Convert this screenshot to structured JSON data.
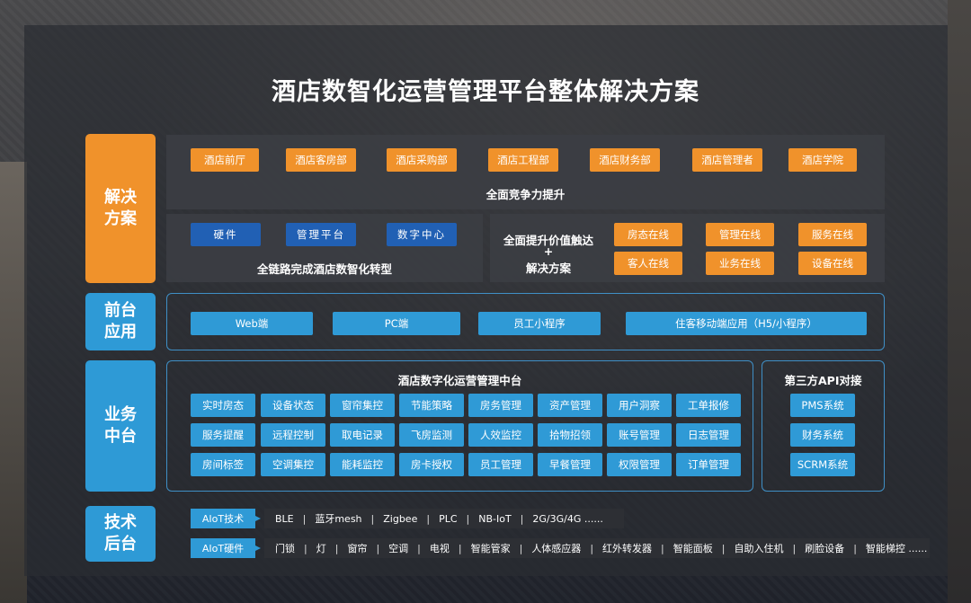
{
  "title": "酒店数智化运营管理平台整体解决方案",
  "sides": {
    "solution": "解决\n方案",
    "frontend": "前台\n应用",
    "business": "业务\n中台",
    "tech": "技术\n后台"
  },
  "solution": {
    "departments": [
      "酒店前厅",
      "酒店客房部",
      "酒店采购部",
      "酒店工程部",
      "酒店财务部",
      "酒店管理者",
      "酒店学院"
    ],
    "competitiveness": "全面竞争力提升",
    "core": [
      "硬件",
      "管理平台",
      "数字中心"
    ],
    "chain": "全链路完成酒店数智化转型",
    "value_title_1": "全面提升价值触达",
    "value_plus": "+",
    "value_title_2": "解决方案",
    "online": [
      "房态在线",
      "管理在线",
      "服务在线",
      "客人在线",
      "业务在线",
      "设备在线"
    ]
  },
  "frontend": [
    "Web端",
    "PC端",
    "员工小程序",
    "住客移动端应用（H5/小程序）"
  ],
  "business": {
    "middle_title": "酒店数字化运营管理中台",
    "modules": [
      [
        "实时房态",
        "设备状态",
        "窗帘集控",
        "节能策略",
        "房务管理",
        "资产管理",
        "用户洞察",
        "工单报修"
      ],
      [
        "服务提醒",
        "远程控制",
        "取电记录",
        "飞房监测",
        "人效监控",
        "拾物招领",
        "账号管理",
        "日志管理"
      ],
      [
        "房间标签",
        "空调集控",
        "能耗监控",
        "房卡授权",
        "员工管理",
        "早餐管理",
        "权限管理",
        "订单管理"
      ]
    ],
    "api_title": "第三方API对接",
    "api": [
      "PMS系统",
      "财务系统",
      "SCRM系统"
    ]
  },
  "tech": {
    "aiot_tech_label": "AIoT技术",
    "aiot_tech": [
      "BLE",
      "蓝牙mesh",
      "Zigbee",
      "PLC",
      "NB-IoT",
      "2G/3G/4G ......"
    ],
    "aiot_hw_label": "AIoT硬件",
    "aiot_hw": [
      "门锁",
      "灯",
      "窗帘",
      "空调",
      "电视",
      "智能管家",
      "人体感应器",
      "红外转发器",
      "智能面板",
      "自助入住机",
      "刷脸设备",
      "智能梯控 ......"
    ]
  }
}
